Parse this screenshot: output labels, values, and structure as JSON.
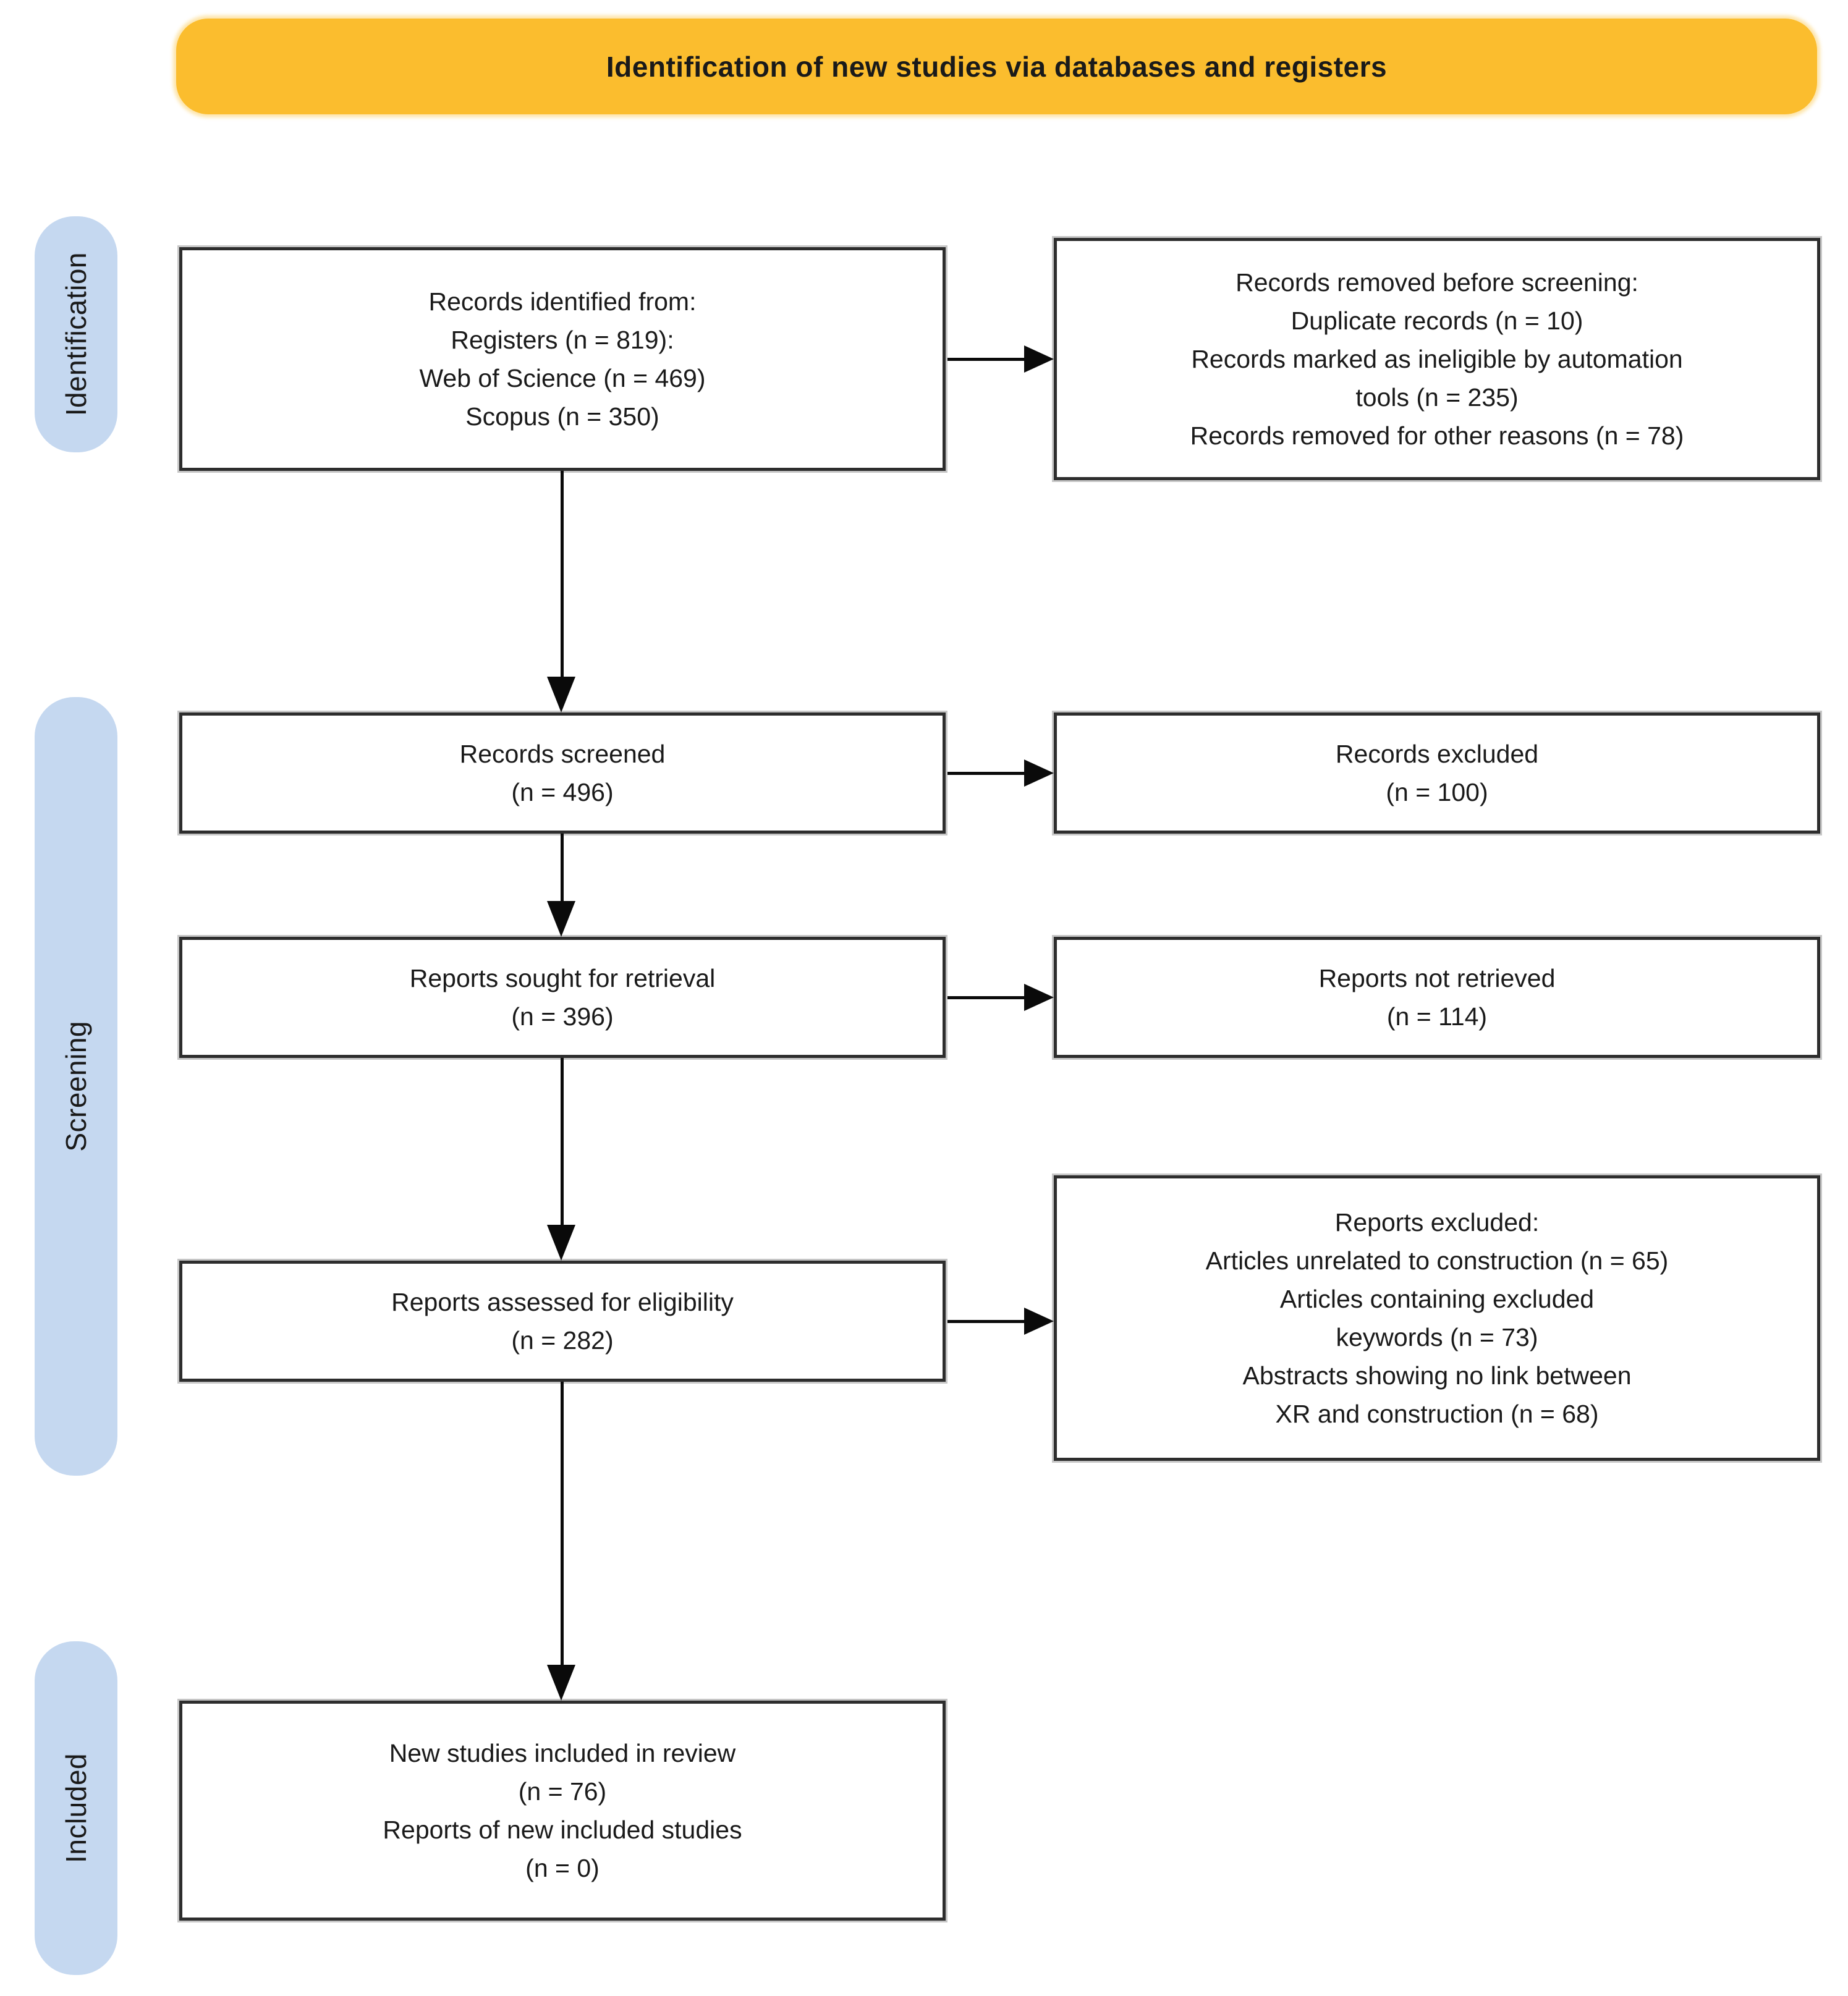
{
  "banner": {
    "label": "Identification of new studies via databases and registers"
  },
  "stages": [
    {
      "id": "identification",
      "label": "Identification"
    },
    {
      "id": "screening",
      "label": "Screening"
    },
    {
      "id": "included",
      "label": "Included"
    }
  ],
  "boxes": {
    "records_identified": {
      "lines": [
        "Records identified from:",
        "Registers (n = 819):",
        "Web of Science (n = 469)",
        "Scopus (n = 350)"
      ]
    },
    "records_removed": {
      "lines": [
        "Records removed before screening:",
        "Duplicate records (n = 10)",
        "Records marked as ineligible by automation",
        "tools (n = 235)",
        "Records removed for other reasons (n = 78)"
      ]
    },
    "records_screened": {
      "lines": [
        "Records screened",
        "(n = 496)"
      ]
    },
    "records_excluded": {
      "lines": [
        "Records excluded",
        "(n = 100)"
      ]
    },
    "reports_sought": {
      "lines": [
        "Reports sought for retrieval",
        "(n = 396)"
      ]
    },
    "reports_not_retrieved": {
      "lines": [
        "Reports not retrieved",
        "(n = 114)"
      ]
    },
    "reports_assessed": {
      "lines": [
        "Reports assessed for eligibility",
        "(n = 282)"
      ]
    },
    "reports_excluded": {
      "lines": [
        "Reports excluded:",
        "Articles unrelated to construction (n = 65)",
        "Articles containing excluded",
        "keywords (n = 73)",
        "Abstracts showing no link between",
        "XR and construction (n = 68)"
      ]
    },
    "new_studies_included": {
      "lines": [
        "New studies included in review",
        "(n = 76)",
        "Reports of new included studies",
        "(n = 0)"
      ]
    }
  },
  "colors": {
    "banner_bg": "#FBBD2E",
    "stage_bg": "#C5D8F0",
    "box_border": "#2D2D2D",
    "box_halo": "#C6C6C6",
    "arrow": "#0A0A0A",
    "text": "#1A1A1A"
  }
}
